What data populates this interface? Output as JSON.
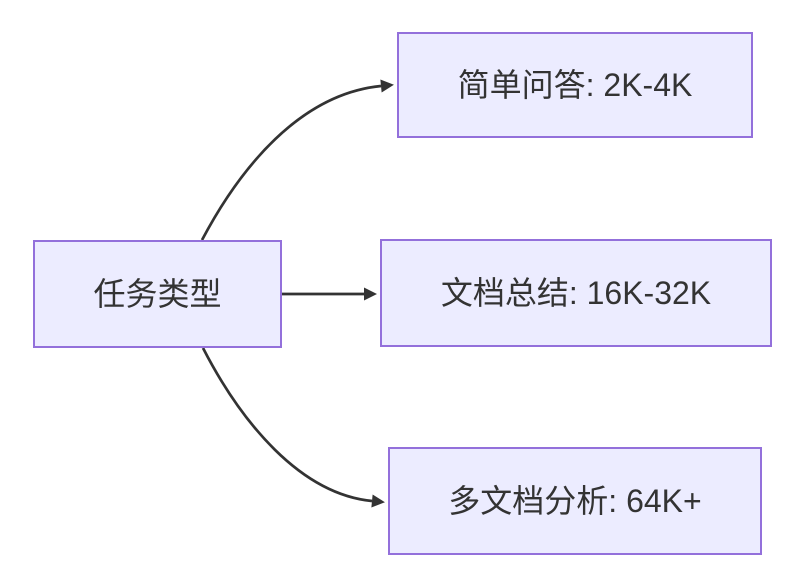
{
  "diagram": {
    "type": "flowchart",
    "direction": "LR",
    "background_color": "#FFFFFF",
    "root_node": {
      "id": "task-type",
      "label": "任务类型"
    },
    "leaf_nodes": [
      {
        "id": "simple-qa",
        "label": "简单问答: 2K-4K"
      },
      {
        "id": "doc-summary",
        "label": "文档总结: 16K-32K"
      },
      {
        "id": "multi-doc-analysis",
        "label": "多文档分析: 64K+"
      }
    ],
    "edges": [
      {
        "from": "task-type",
        "to": "simple-qa",
        "label": ""
      },
      {
        "from": "task-type",
        "to": "doc-summary",
        "label": ""
      },
      {
        "from": "task-type",
        "to": "multi-doc-analysis",
        "label": ""
      }
    ],
    "colors": {
      "node_fill": "#ECECFF",
      "node_border": "#9370DB",
      "edge_stroke": "#333333",
      "label_text": "#333333"
    }
  }
}
